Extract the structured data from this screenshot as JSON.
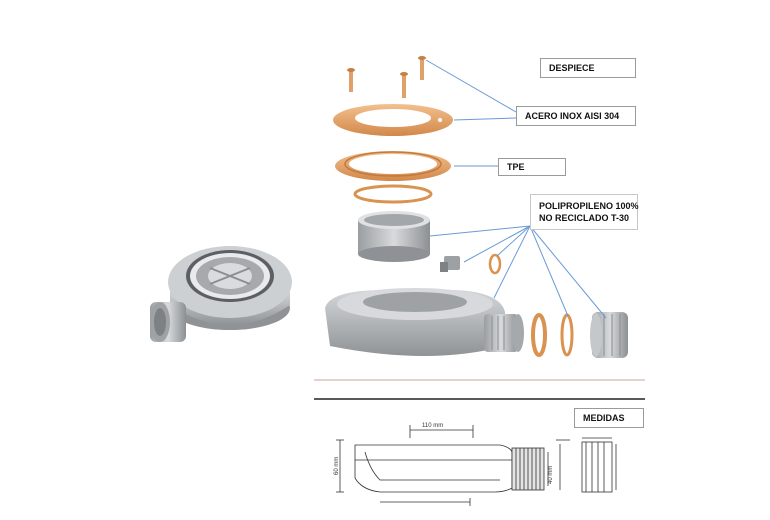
{
  "labels": {
    "despiece": "DESPIECE",
    "acero": "ACERO INOX AISI 304",
    "tpe": "TPE",
    "polipropileno_line1": "POLIPROPILENO 100%",
    "polipropileno_line2": "NO RECICLADO T-30",
    "medidas": "MEDIDAS"
  },
  "dimensions": {
    "width_110": "110 mm",
    "height_60": "60 mm",
    "height_40": "40 mm"
  },
  "colors": {
    "copper": "#e8a36a",
    "copper_dark": "#c27a3f",
    "plastic": "#b8bcc0",
    "plastic_dark": "#8e9296",
    "leader": "#6a9ad6",
    "rule_red": "#c9a39a"
  }
}
